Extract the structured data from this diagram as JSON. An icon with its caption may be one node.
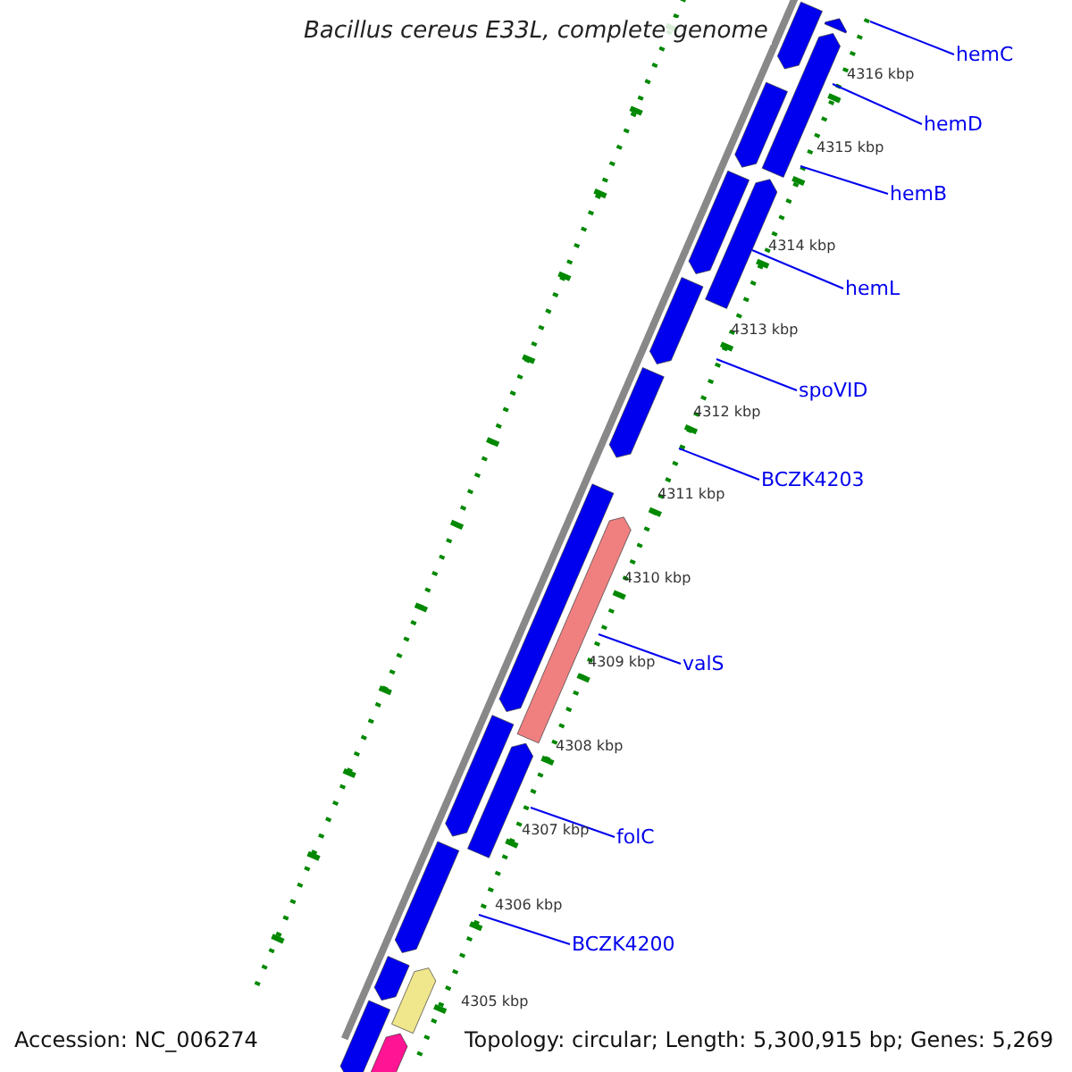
{
  "diagram": {
    "title": "Bacillus cereus E33L, complete genome",
    "nodes": [
      {
        "text": [
          "hemC"
        ]
      },
      {
        "text": [
          "hemD"
        ]
      },
      {
        "text": [
          "hemB"
        ]
      },
      {
        "text": [
          "hemL"
        ]
      },
      {
        "text": [
          "spoVID"
        ]
      },
      {
        "text": [
          "BCZK4203"
        ]
      },
      {
        "text": [
          "valS"
        ]
      },
      {
        "text": [
          "folC"
        ]
      },
      {
        "text": [
          "BCZK4200"
        ]
      }
    ],
    "edges": [
      {
        "from": 0,
        "to": null,
        "arrow": "none"
      },
      {
        "from": 1,
        "to": null,
        "arrow": "none"
      },
      {
        "from": 2,
        "to": null,
        "arrow": "none"
      },
      {
        "from": 3,
        "to": null,
        "arrow": "none"
      },
      {
        "from": 4,
        "to": null,
        "arrow": "none"
      },
      {
        "from": 5,
        "to": null,
        "arrow": "none"
      },
      {
        "from": 6,
        "to": null,
        "arrow": "none"
      },
      {
        "from": 7,
        "to": null,
        "arrow": "none"
      },
      {
        "from": 8,
        "to": null,
        "arrow": "none"
      }
    ],
    "labels": [
      "4316 kbp",
      "4315 kbp",
      "4314 kbp",
      "4313 kbp",
      "4312 kbp",
      "4311 kbp",
      "4310 kbp",
      "4309 kbp",
      "4308 kbp",
      "4307 kbp",
      "4306 kbp",
      "4305 kbp",
      "Accession: NC_006274",
      "Topology: circular; Length: 5,300,915 bp; Genes: 5,269"
    ]
  }
}
